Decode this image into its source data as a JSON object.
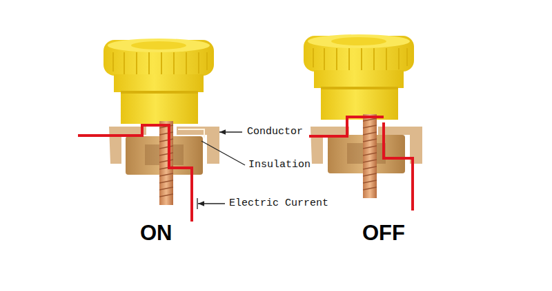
{
  "diagram": {
    "labels": [
      "Conductor",
      "Insulation",
      "Electric Current",
      "ON",
      "OFF"
    ]
  }
}
